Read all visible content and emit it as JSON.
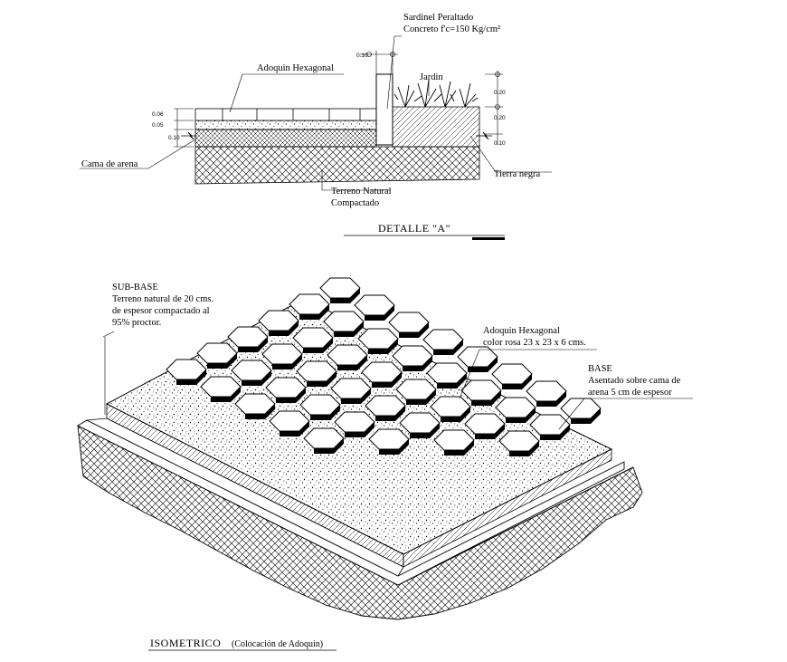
{
  "detail_section": {
    "labels": {
      "curb_line1": "Sardinel Peraltado",
      "curb_line2": "Concreto f'c=150 Kg/cm²",
      "paver": "Adoquin Hexagonal",
      "garden": "Jardin",
      "sand_bed": "Cama de arena",
      "topsoil": "Tierra negra",
      "ground_line1": "Terreno Natural",
      "ground_line2": "Compactado"
    },
    "dimensions": {
      "curb_width": "0.10",
      "left_1": "0.06",
      "left_2": "0.05",
      "left_3": "0.10",
      "right_1": "0.20",
      "right_2": "0.20",
      "right_3": "0.10"
    },
    "title": "DETALLE \"A\""
  },
  "isometric": {
    "subbase": {
      "title": "SUB-BASE",
      "line1": "Terreno natural de 20 cms.",
      "line2": "de espesor compactado al",
      "line3": "95% proctor."
    },
    "paver": {
      "line1": "Adoquin Hexagonal",
      "line2": "color rosa 23 x 23 x 6 cms."
    },
    "base": {
      "title": "BASE",
      "line1": "Asentado sobre cama de",
      "line2": "arena 5 cm de espesor"
    },
    "title": "ISOMETRICO",
    "subtitle": "(Colocación de Adoquin)"
  }
}
